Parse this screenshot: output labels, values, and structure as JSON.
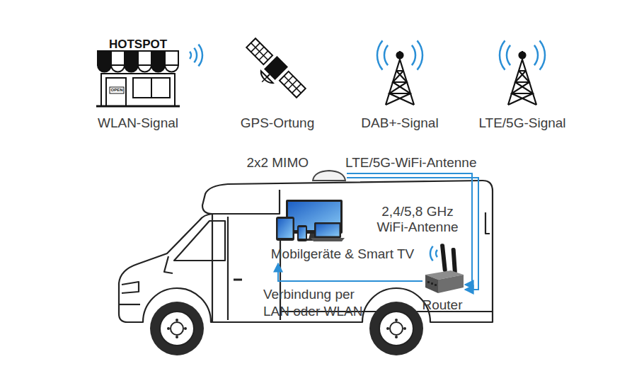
{
  "diagram": {
    "nodes": [
      {
        "text": [
          "2x2 MIMO",
          "LTE/5G-WiFi-Antenne"
        ]
      },
      {
        "text": [
          "Mobilgeräte & Smart TV"
        ]
      },
      {
        "text": [
          "2,4/5,8 GHz WiFi-Antenne",
          "Router"
        ]
      }
    ],
    "edges": [
      {
        "from": 0,
        "to": 2,
        "arrow": "to"
      },
      {
        "from": 0,
        "to": 2,
        "arrow": "to"
      },
      {
        "from": 2,
        "to": 1,
        "label": "Verbindung per LAN oder WLAN",
        "arrow": "to"
      }
    ],
    "labels": [
      "HOTSPOT",
      "OPEN",
      "WLAN-Signal",
      "GPS-Ortung",
      "DAB+-Signal",
      "LTE/5G-Signal"
    ]
  }
}
